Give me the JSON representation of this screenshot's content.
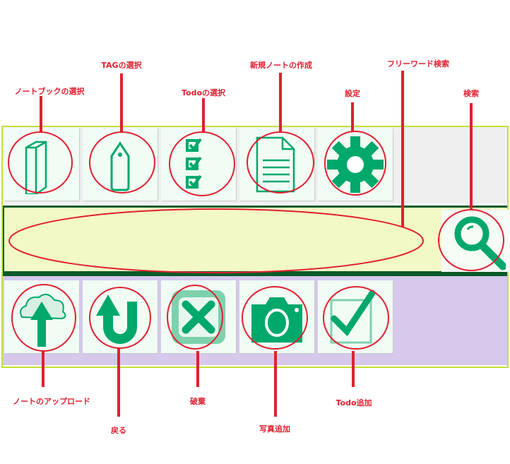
{
  "labels": {
    "notebook": "ノートブックの選択",
    "tag": "TAGの選択",
    "todo_select": "Todoの選択",
    "new_note": "新規ノートの作成",
    "settings": "設定",
    "freeword": "フリーワード検索",
    "search": "検索",
    "upload": "ノートのアップロード",
    "back": "戻る",
    "discard": "破棄",
    "photo": "写真追加",
    "todo_add": "Todo追加"
  },
  "colors": {
    "accent": "#00a86b",
    "annotation": "#e02030",
    "frame": "#c2e03a",
    "dark_bar": "#0b5a2a",
    "search_bg": "#f2f9c6",
    "bottom_bg": "#d6c9ec"
  }
}
